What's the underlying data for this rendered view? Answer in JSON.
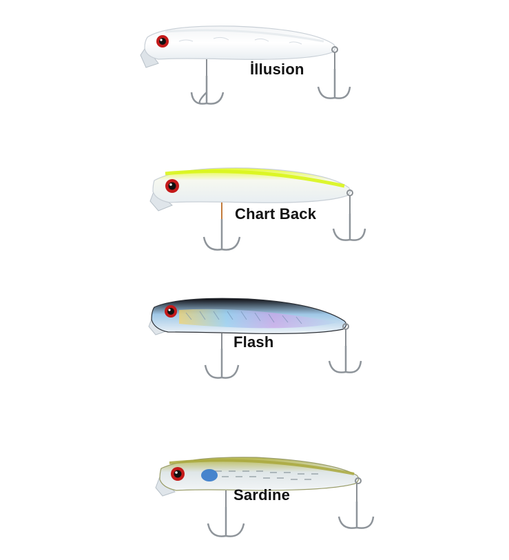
{
  "lures": [
    {
      "id": "illusion",
      "label": "İllusion",
      "body_top": "#f2f4f6",
      "body_mid": "#ffffff",
      "body_bottom": "#e9eef2",
      "back_color": "#e4e8ec",
      "pattern": "pearl"
    },
    {
      "id": "chart-back",
      "label": "Chart Back",
      "body_top": "#e6fb2e",
      "body_mid": "#f6f8f0",
      "body_bottom": "#e8eef2",
      "back_color": "#d9f51a",
      "pattern": "pearl"
    },
    {
      "id": "flash",
      "label": "Flash",
      "body_top": "#0e0e12",
      "body_mid": "#9fc7e6",
      "body_bottom": "#eef3f8",
      "back_color": "#0a0a0c",
      "pattern": "holo"
    },
    {
      "id": "sardine",
      "label": "Sardine",
      "body_top": "#b6b64a",
      "body_mid": "#dfe6e8",
      "body_bottom": "#f2f5f6",
      "back_color": "#a9a83c",
      "pattern": "sardine"
    }
  ]
}
